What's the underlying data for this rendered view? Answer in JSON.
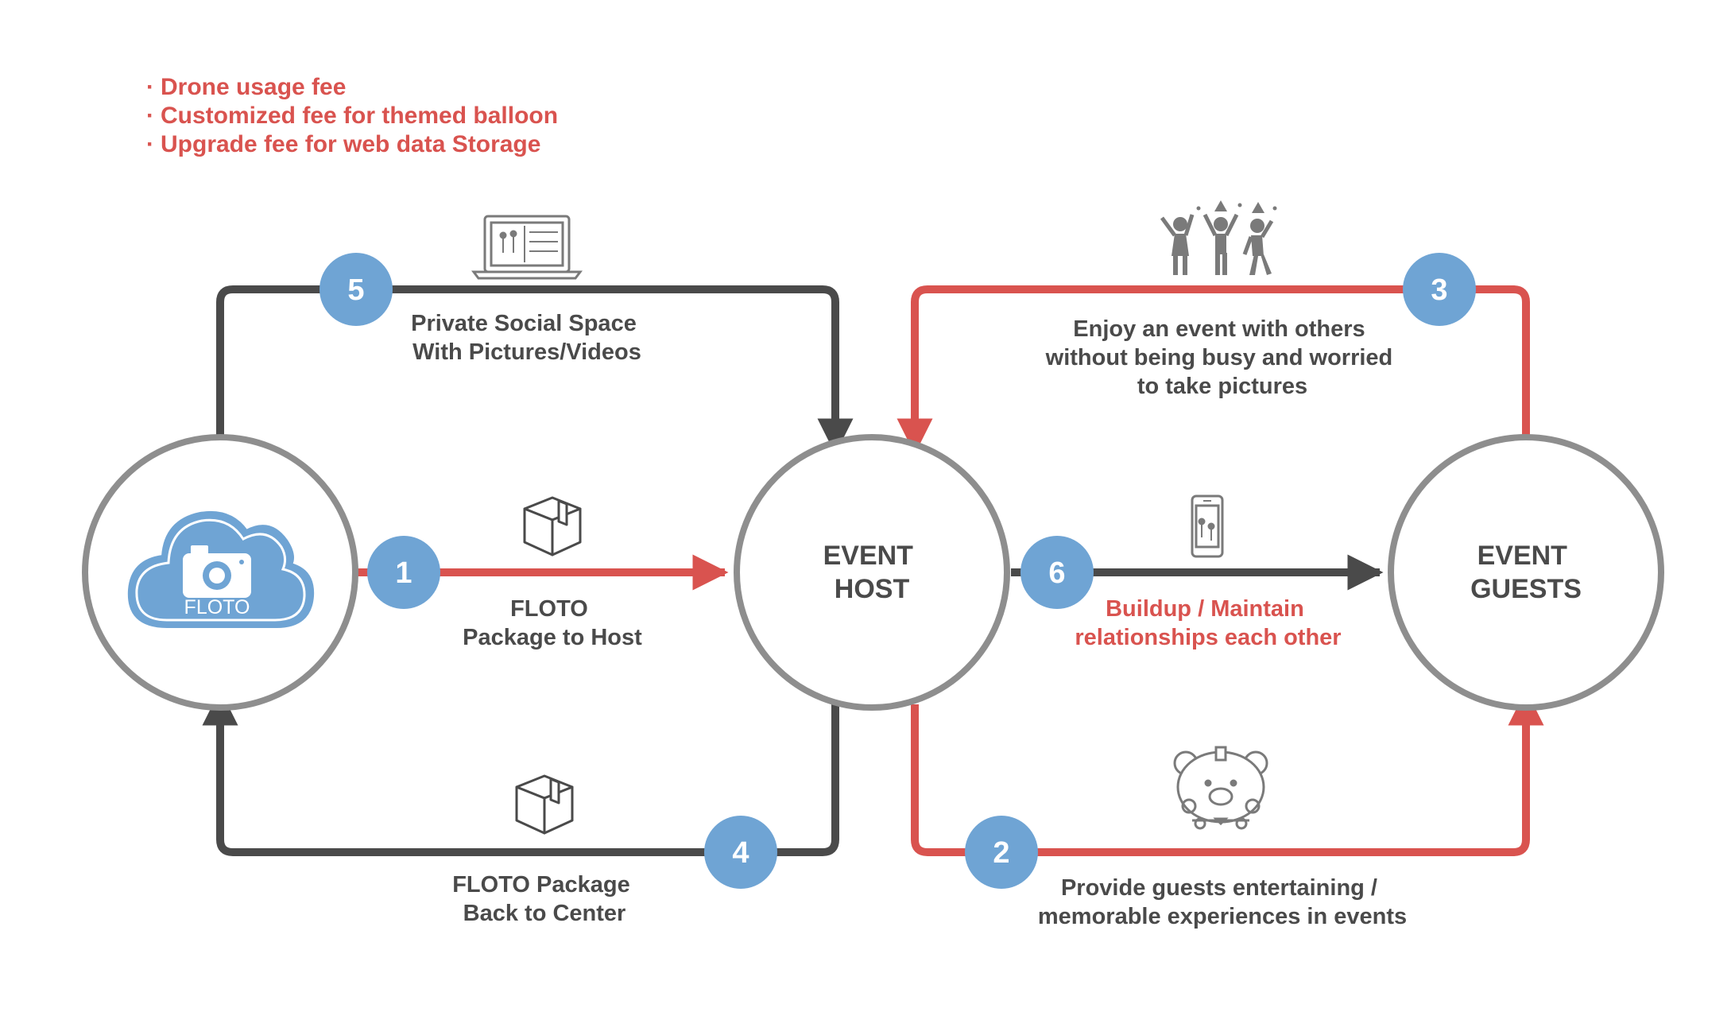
{
  "colors": {
    "dark": "#4a4a4a",
    "gray": "#8e8e8e",
    "red": "#d9534f",
    "blue": "#6fa4d4",
    "icon": "#7a7a7a"
  },
  "fees": [
    "Drone usage fee",
    "Customized fee for themed balloon",
    "Upgrade fee for web data Storage"
  ],
  "nodes": {
    "floto_logo_text": "FLOTO",
    "host_line1": "EVENT",
    "host_line2": "HOST",
    "guests_line1": "EVENT",
    "guests_line2": "GUESTS"
  },
  "steps": {
    "s1": {
      "number": "1",
      "line1": "FLOTO",
      "line2": "Package to Host"
    },
    "s2": {
      "number": "2",
      "line1": "Provide guests entertaining /",
      "line2": "memorable experiences in events"
    },
    "s3": {
      "number": "3",
      "line1": "Enjoy an event with others",
      "line2": "without being busy and worried",
      "line3": "to take pictures"
    },
    "s4": {
      "number": "4",
      "line1": "FLOTO Package",
      "line2": "Back to Center"
    },
    "s5": {
      "number": "5",
      "line1": "Private Social Space",
      "line2": "With Pictures/Videos"
    },
    "s6": {
      "number": "6",
      "line1": "Buildup / Maintain",
      "line2": "relationships each other"
    }
  },
  "icons": {
    "laptop": "laptop-icon",
    "party": "party-people-icon",
    "package_top": "package-box-icon",
    "package_bottom": "package-box-icon",
    "phone": "smartphone-icon",
    "drone": "bear-drone-icon",
    "cloud_camera": "cloud-camera-icon"
  }
}
